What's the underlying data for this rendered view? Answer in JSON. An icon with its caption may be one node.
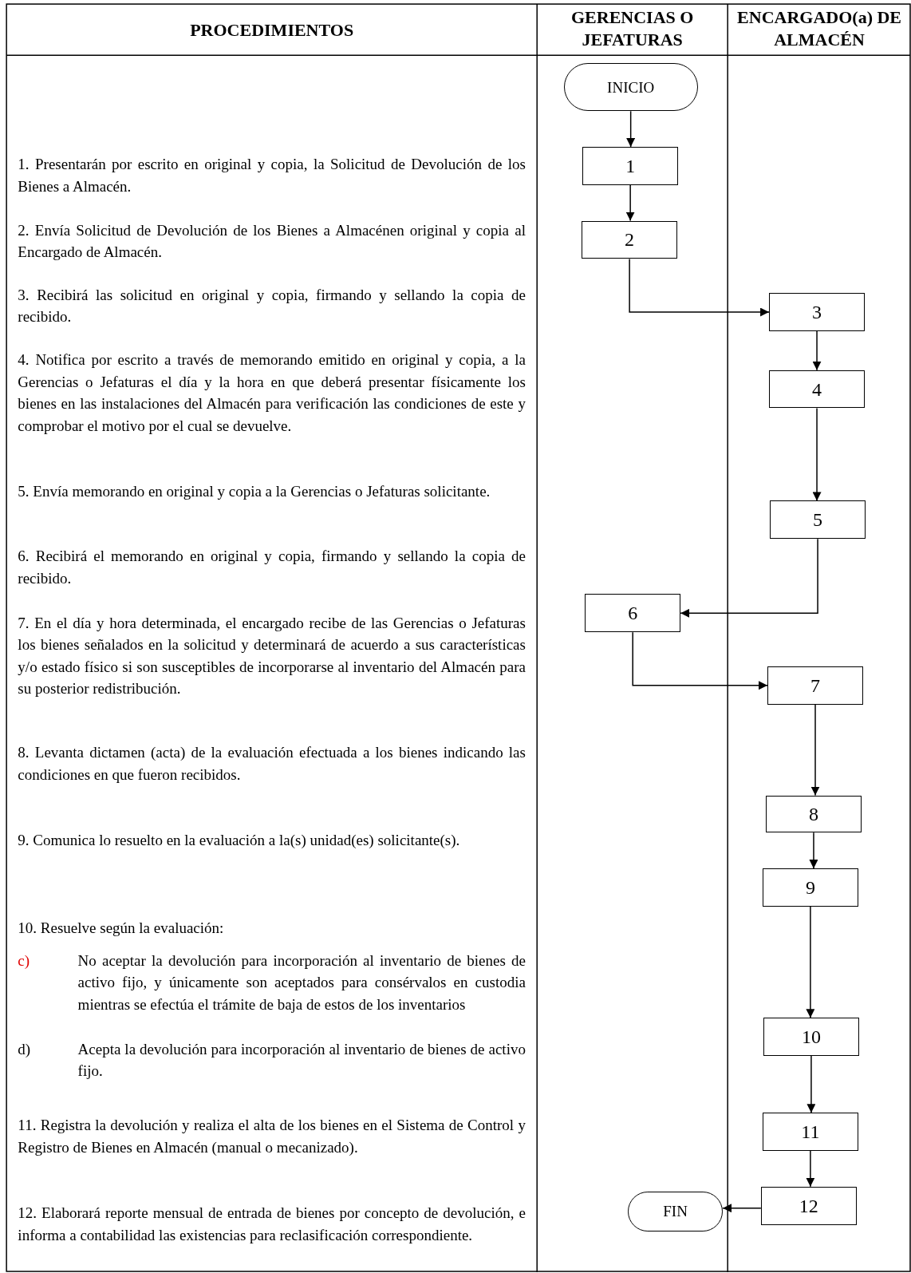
{
  "diagram": {
    "nodes": [
      {
        "text": [
          "INICIO"
        ]
      },
      {
        "text": [
          "1"
        ]
      },
      {
        "text": [
          "2"
        ]
      },
      {
        "text": [
          "3"
        ]
      },
      {
        "text": [
          "4"
        ]
      },
      {
        "text": [
          "5"
        ]
      },
      {
        "text": [
          "6"
        ]
      },
      {
        "text": [
          "7"
        ]
      },
      {
        "text": [
          "8"
        ]
      },
      {
        "text": [
          "9"
        ]
      },
      {
        "text": [
          "10"
        ]
      },
      {
        "text": [
          "11"
        ]
      },
      {
        "text": [
          "12"
        ]
      },
      {
        "text": [
          "FIN"
        ]
      }
    ],
    "edges": [
      {
        "from": 0,
        "to": 1,
        "arrow": "to"
      },
      {
        "from": 1,
        "to": 2,
        "arrow": "to"
      },
      {
        "from": 2,
        "to": 3,
        "arrow": "to"
      },
      {
        "from": 3,
        "to": 4,
        "arrow": "to"
      },
      {
        "from": 4,
        "to": 5,
        "arrow": "to"
      },
      {
        "from": 5,
        "to": 6,
        "arrow": "to"
      },
      {
        "from": 6,
        "to": 7,
        "arrow": "to"
      },
      {
        "from": 7,
        "to": 8,
        "arrow": "to"
      },
      {
        "from": 8,
        "to": 9,
        "arrow": "to"
      },
      {
        "from": 9,
        "to": 10,
        "arrow": "to"
      },
      {
        "from": 10,
        "to": 11,
        "arrow": "to"
      },
      {
        "from": 11,
        "to": 12,
        "arrow": "to"
      },
      {
        "from": 12,
        "to": 13,
        "arrow": "to"
      }
    ],
    "labels": [
      "PROCEDIMIENTOS",
      "GERENCIAS O JEFATURAS",
      "ENCARGADO(a) DE ALMACÉN",
      "1. Presentarán por escrito en original y copia, la Solicitud de Devolución de los Bienes a Almacén.",
      "2. Envía Solicitud de Devolución de los Bienes a Almacénen original y copia al Encargado de Almacén.",
      "3. Recibirá las solicitud en original y copia, firmando y sellando la copia de recibido.",
      "4. Notifica por escrito a través de memorando emitido en original y copia, a la Gerencias o Jefaturas  el día y la hora en que deberá presentar físicamente los bienes en las instalaciones del Almacén para verificación las condiciones de este y comprobar el motivo por el cual se devuelve.",
      "5. Envía memorando en original y copia a la Gerencias o Jefaturas solicitante.",
      "6. Recibirá el memorando en original y copia, firmando y sellando la copia de recibido.",
      "7. En el día y hora determinada, el encargado recibe de las Gerencias o Jefaturas los bienes señalados en la solicitud y determinará de acuerdo a sus características y/o estado físico si son susceptibles de incorporarse al inventario del Almacén para su posterior redistribución.",
      "8. Levanta dictamen (acta) de la evaluación efectuada  a los bienes indicando las condiciones en que fueron recibidos.",
      "9. Comunica lo resuelto en la evaluación a la(s) unidad(es) solicitante(s).",
      "10. Resuelve según la evaluación:",
      "c)",
      "No aceptar la devolución para incorporación al inventario de bienes de activo fijo, y únicamente son aceptados para consérvalos en custodia mientras se efectúa el trámite de baja de estos de los inventarios",
      "d)",
      "Acepta la devolución para incorporación al inventario de bienes de activo fijo.",
      "11. Registra la devolución y realiza el alta de los bienes en el Sistema de Control y Registro de Bienes en Almacén (manual o mecanizado).",
      "12. Elaborará reporte mensual de entrada de bienes por concepto de devolución, e informa a contabilidad las existencias para reclasificación correspondiente."
    ]
  }
}
